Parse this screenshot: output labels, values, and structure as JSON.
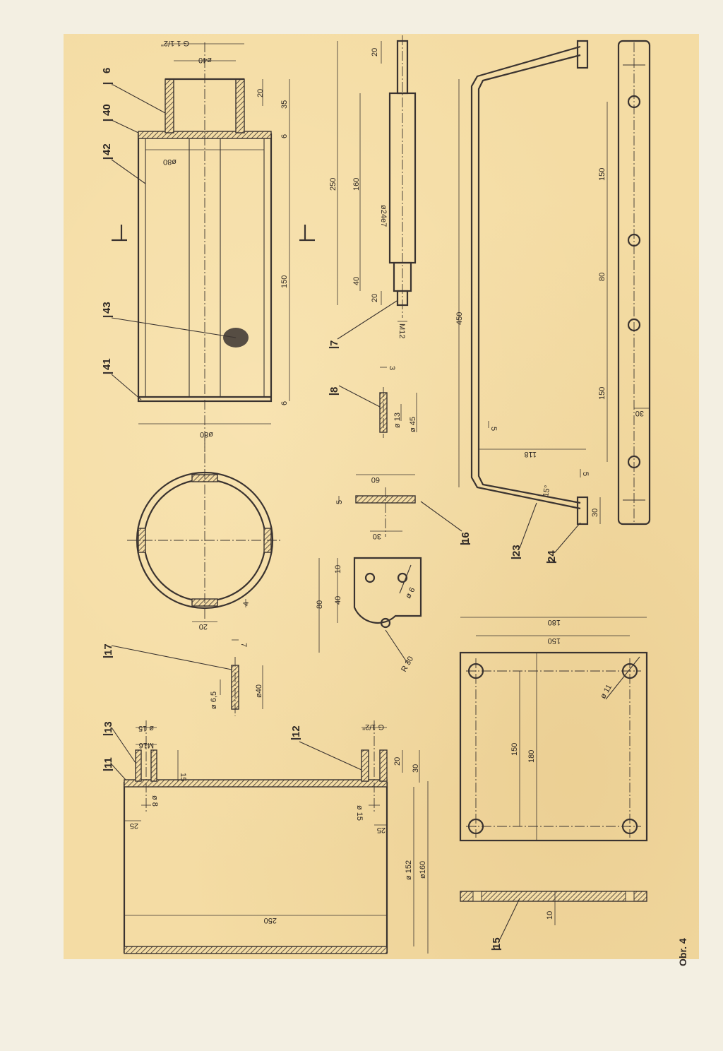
{
  "figure": {
    "caption": "Obr. 4"
  },
  "parts": {
    "p6": "6",
    "p40": "40",
    "p42": "42",
    "p43": "43",
    "p41": "41",
    "p7": "7",
    "p8": "8",
    "p16": "16",
    "p23": "23",
    "p24": "24",
    "p17": "17",
    "p13": "13",
    "p11": "11",
    "p12": "12",
    "p15": "15"
  },
  "dims": {
    "g112": "G 1 1/2\"",
    "d40": "ø40",
    "d80a": "ø80",
    "d80b": "ø80",
    "d20": "20",
    "d35": "35",
    "d6a": "6",
    "d150a": "150",
    "d6b": "6",
    "d20r": "20",
    "d4": "4",
    "d250": "250",
    "d20s": "20",
    "d160": "160",
    "d24e7": "ø24e7",
    "d40s": "40",
    "d20t": "20",
    "m12": "M12",
    "d3": "3",
    "d13": "ø 13",
    "d45": "ø 45",
    "d60": "60",
    "d5": "5",
    "d30a": "30",
    "d10": "10",
    "d40b": "40",
    "d80c": "80",
    "d6h": "ø 6",
    "r30": "R 30",
    "d450": "450",
    "d118": "118",
    "d5b": "5",
    "d5c": "5",
    "d15deg": "15°",
    "d30b": "30",
    "d150b": "150",
    "d80d": "80",
    "d150c": "150",
    "d30c": "30",
    "d7": "7",
    "d65": "ø 6,5",
    "d40c": "ø40",
    "d15a": "ø 15",
    "m16": "M16",
    "d15b": "15",
    "d8": "ø 8",
    "d25a": "25",
    "g12": "G 1/2\"",
    "d20u": "20",
    "d30d": "30",
    "d15c": "ø 15",
    "d25b": "25",
    "d152": "ø 152",
    "d160b": "ø160",
    "d250b": "250",
    "d180a": "180",
    "d150d": "150",
    "d11": "ø 11",
    "d150e": "150",
    "d180b": "180",
    "d10b": "10"
  },
  "colors": {
    "paper": "#f4dca4",
    "ink": "#3a3330",
    "background": "#f3efe2"
  }
}
